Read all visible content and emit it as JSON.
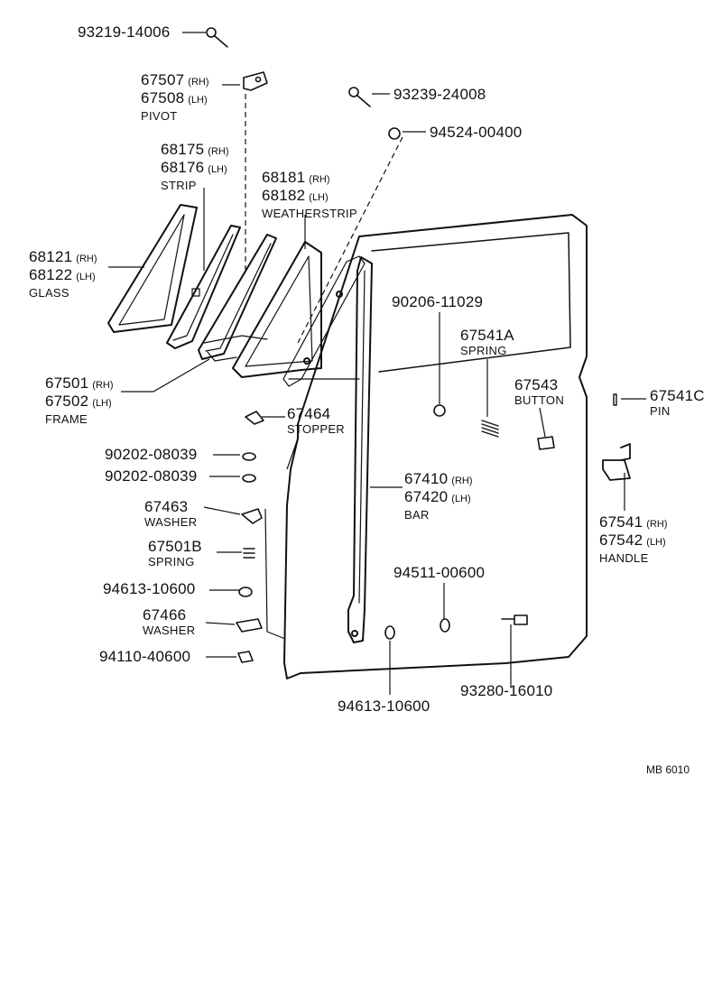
{
  "callouts": [
    {
      "id": "screw",
      "part": "93219-14006"
    },
    {
      "id": "pivot",
      "part_rh": "67507",
      "rh": "(RH)",
      "part_lh": "67508",
      "lh": "(LH)",
      "name": "PIVOT"
    },
    {
      "id": "screw2",
      "part": "93239-24008"
    },
    {
      "id": "nut-top",
      "part": "94524-00400"
    },
    {
      "id": "strip",
      "part_rh": "68175",
      "rh": "(RH)",
      "part_lh": "68176",
      "lh": "(LH)",
      "name": "STRIP"
    },
    {
      "id": "weatherstrip",
      "part_rh": "68181",
      "rh": "(RH)",
      "part_lh": "68182",
      "lh": "(LH)",
      "name": "WEATHERSTRIP"
    },
    {
      "id": "glass",
      "part_rh": "68121",
      "rh": "(RH)",
      "part_lh": "68122",
      "lh": "(LH)",
      "name": "GLASS"
    },
    {
      "id": "grommet",
      "part": "90206-11029"
    },
    {
      "id": "spring-a",
      "part": "67541A",
      "name": "SPRING"
    },
    {
      "id": "button",
      "part": "67543",
      "name": "BUTTON"
    },
    {
      "id": "pin",
      "part": "67541C",
      "name": "PIN"
    },
    {
      "id": "frame",
      "part_rh": "67501",
      "rh": "(RH)",
      "part_lh": "67502",
      "lh": "(LH)",
      "name": "FRAME"
    },
    {
      "id": "stopper",
      "part": "67464",
      "name": "STOPPER"
    },
    {
      "id": "washer1",
      "part": "90202-08039"
    },
    {
      "id": "washer2",
      "part": "90202-08039"
    },
    {
      "id": "bar",
      "part_rh": "67410",
      "rh": "(RH)",
      "part_lh": "67420",
      "lh": "(LH)",
      "name": "BAR"
    },
    {
      "id": "washer3",
      "part": "67463",
      "name": "WASHER"
    },
    {
      "id": "spring-b",
      "part": "67501B",
      "name": "SPRING"
    },
    {
      "id": "handle",
      "part_rh": "67541",
      "rh": "(RH)",
      "part_lh": "67542",
      "lh": "(LH)",
      "name": "HANDLE"
    },
    {
      "id": "nut1",
      "part": "94613-10600"
    },
    {
      "id": "nut2",
      "part": "94511-00600"
    },
    {
      "id": "washer4",
      "part": "67466",
      "name": "WASHER"
    },
    {
      "id": "nut3",
      "part": "94110-40600"
    },
    {
      "id": "nut4",
      "part": "94613-10600"
    },
    {
      "id": "bolt",
      "part": "93280-16010"
    }
  ],
  "figure_code": "MB 6010",
  "colors": {
    "ink": "#111111",
    "background": "#ffffff"
  }
}
